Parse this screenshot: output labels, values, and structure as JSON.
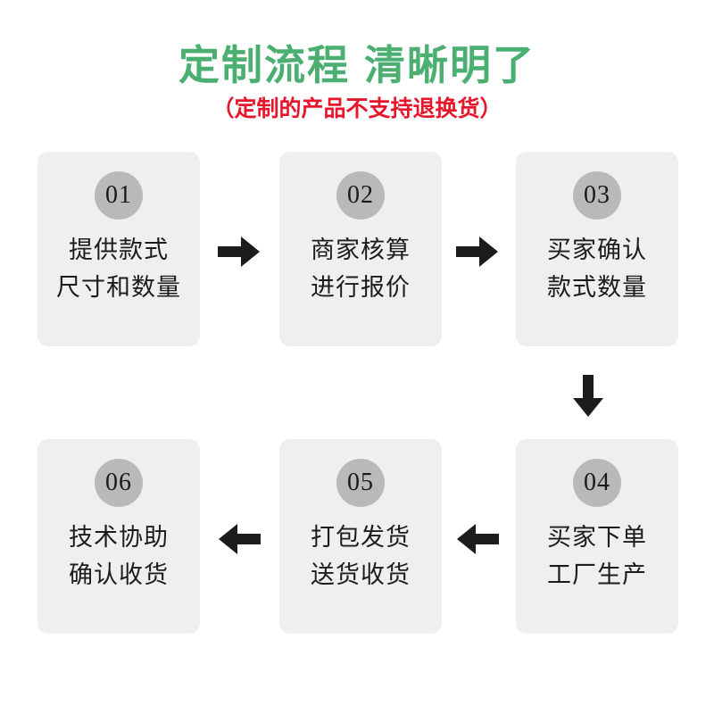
{
  "header": {
    "title_part_1": "定制流程",
    "title_part_2": "清晰明了",
    "subtitle": "（定制的产品不支持退换货）",
    "title_color": "#4caf72",
    "subtitle_color": "#e8162c"
  },
  "flow": {
    "card_bg_color": "#efefef",
    "badge_bg_color": "#b9b9b9",
    "arrow_color": "#1c1c1c",
    "steps": [
      {
        "number": "01",
        "line1": "提供款式",
        "line2": "尺寸和数量"
      },
      {
        "number": "02",
        "line1": "商家核算",
        "line2": "进行报价"
      },
      {
        "number": "03",
        "line1": "买家确认",
        "line2": "款式数量"
      },
      {
        "number": "04",
        "line1": "买家下单",
        "line2": "工厂生产"
      },
      {
        "number": "05",
        "line1": "打包发货",
        "line2": "送货收货"
      },
      {
        "number": "06",
        "line1": "技术协助",
        "line2": "确认收货"
      }
    ],
    "arrows": [
      {
        "name": "arrow-step-01-to-02",
        "direction": "right"
      },
      {
        "name": "arrow-step-02-to-03",
        "direction": "right"
      },
      {
        "name": "arrow-step-03-to-04",
        "direction": "down"
      },
      {
        "name": "arrow-step-04-to-05",
        "direction": "left"
      },
      {
        "name": "arrow-step-05-to-06",
        "direction": "left"
      }
    ]
  }
}
